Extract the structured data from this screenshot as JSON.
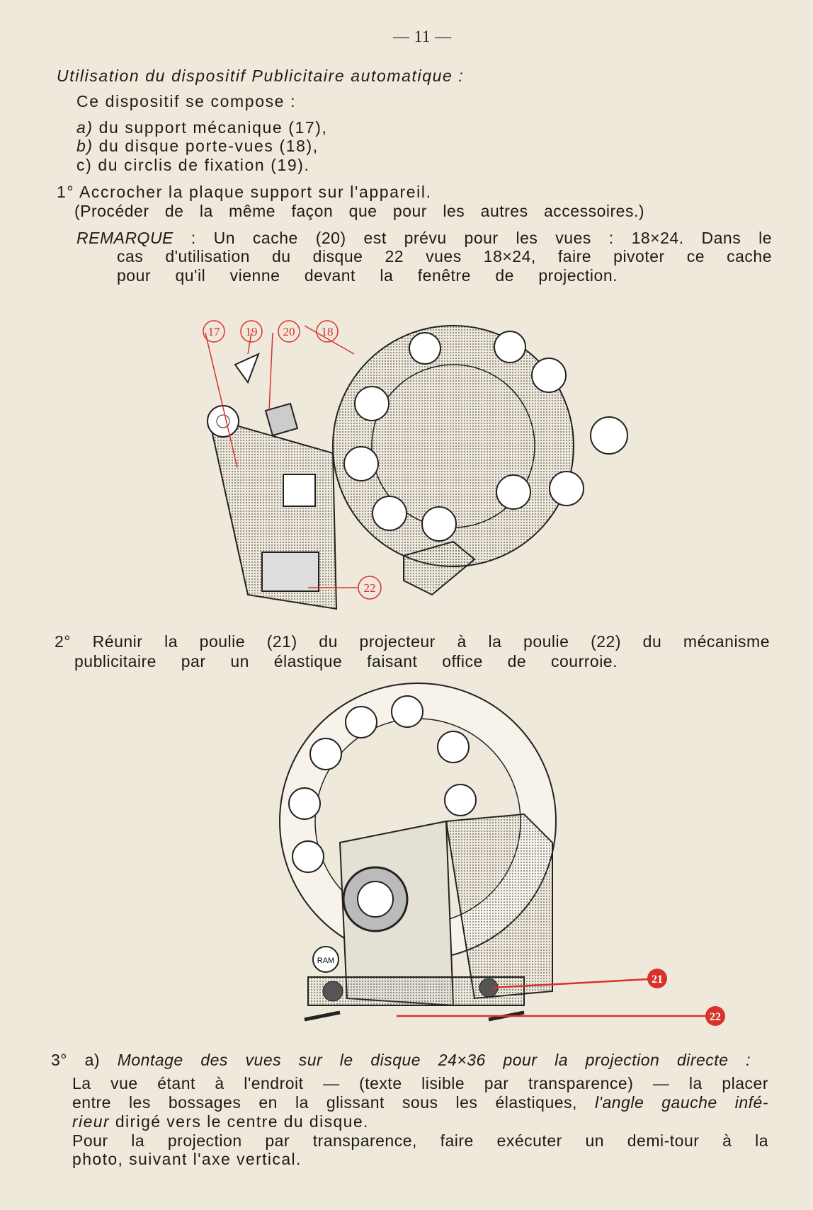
{
  "page_number": "— 11 —",
  "title": "Utilisation du dispositif Publicitaire automatique :",
  "intro": "Ce dispositif se compose :",
  "components": [
    {
      "letter": "a)",
      "text": "du support mécanique (17),"
    },
    {
      "letter": "b)",
      "text": "du disque porte-vues (18),"
    },
    {
      "letter": "c)",
      "text": "du circlis de fixation (19)."
    }
  ],
  "step1": {
    "num": "1°",
    "line1": "Accrocher la plaque support sur l'appareil.",
    "line2": "(Procéder de la même façon que pour les autres accessoires.)",
    "remark_label": "REMARQUE",
    "remark_line1": ": Un cache (20) est prévu pour les vues : 18×24. Dans le",
    "remark_line2": "cas d'utilisation du disque 22 vues 18×24, faire pivoter ce cache",
    "remark_line3": "pour qu'il vienne devant la fenêtre de projection."
  },
  "figure1": {
    "callouts": [
      "17",
      "19",
      "20",
      "18",
      "22"
    ]
  },
  "step2": {
    "num": "2°",
    "line1": "Réunir la poulie (21) du projecteur à la poulie (22) du mécanisme",
    "line2": "publicitaire par un élastique faisant office de courroie."
  },
  "figure2": {
    "callouts": [
      "21",
      "22"
    ],
    "badge": "RAM"
  },
  "step3": {
    "num": "3°",
    "heading_letter": "a)",
    "heading": "Montage des vues sur le disque 24×36 pour la projection directe :",
    "line1": "La vue étant à l'endroit — (texte lisible par transparence) — la placer",
    "line2a": "entre les bossages en la glissant sous les élastiques,",
    "line2b": "l'angle gauche infé-",
    "line3a": "rieur",
    "line3b": "dirigé vers le centre du disque.",
    "line4": "Pour la projection par transparence, faire exécuter un demi-tour à la",
    "line5": "photo, suivant l'axe vertical."
  },
  "colors": {
    "paper": "#efe9dc",
    "ink": "#1d1a17",
    "callout_red": "#d8322a"
  }
}
